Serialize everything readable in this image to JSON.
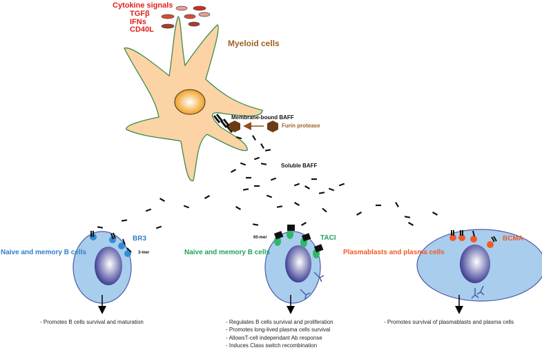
{
  "cytokines": {
    "title": "Cytokine signals",
    "items": [
      "TGFβ",
      "IFNs",
      "CD40L"
    ]
  },
  "myeloid": {
    "label": "Myeloid cells",
    "membrane_baff": "Membrane-bound BAFF",
    "furin": "Furin protease",
    "soluble_baff": "Soluble BAFF"
  },
  "cells": [
    {
      "label": "Naive and memory B cells",
      "receptor": "BR3",
      "note": "3-mer",
      "effects": [
        "- Promotes B cells survival and maturation"
      ],
      "color": "#2f7fc6"
    },
    {
      "label": "Naive and memory B cells",
      "receptor": "TACI",
      "note": "60-mer",
      "effects": [
        "- Regulates B cells survival and proliferation",
        "- Promotes long-lived plasma cells survival",
        "- AllowsT-cell independant Ab response",
        "- Induces Class switch recombination"
      ],
      "color": "#1fa15a"
    },
    {
      "label": "Plasmablasts and plasma cells",
      "receptor": "BCMA",
      "effects": [
        "- Promotes survival of plasmablasts and plasma cells"
      ],
      "color": "#f05a28"
    }
  ],
  "colors": {
    "cytokine": "#e0201a",
    "myeloid": "#a0601e",
    "cell_fill": "#a9cdec",
    "nucleus": "#3a3a9a",
    "baff": "#111111"
  }
}
